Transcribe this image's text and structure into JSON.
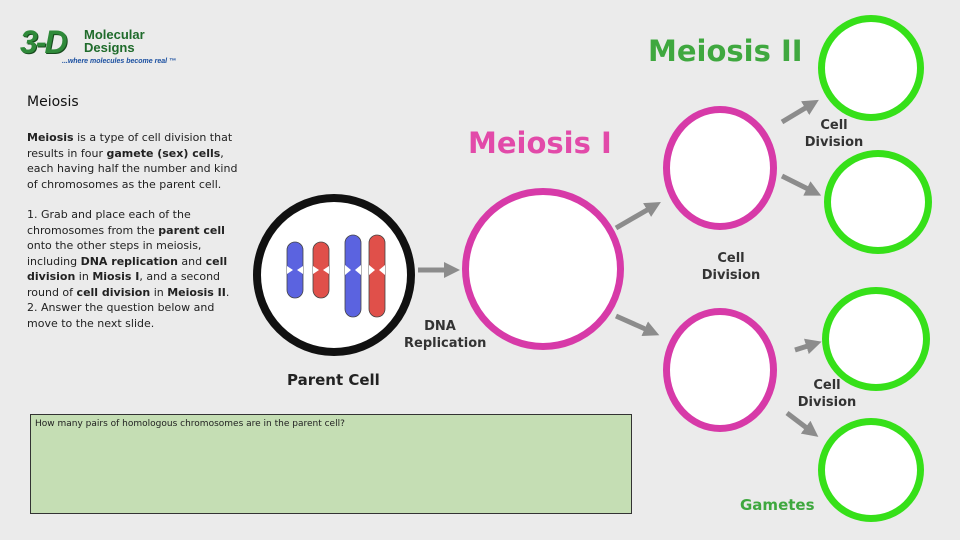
{
  "logo": {
    "mark": "3-D",
    "name_line1": "Molecular",
    "name_line2": "Designs",
    "tagline": "...where molecules become real ™"
  },
  "sidebar": {
    "title": "Meiosis",
    "paragraph1": {
      "p1": "Meiosis",
      "p2": " is a type of cell division that results in four ",
      "p3": "gamete (sex) cells",
      "p4": ", each having half the number and kind of chromosomes as the parent cell."
    },
    "paragraph2": {
      "p1": "1. Grab and place each of the chromosomes from the ",
      "p2": "parent cell",
      "p3": " onto the other steps in meiosis, including ",
      "p4": "DNA replication",
      "p5": " and ",
      "p6": "cell division",
      "p7": " in ",
      "p8": "Miosis I",
      "p9": ", and a second round of ",
      "p10": "cell division",
      "p11": " in ",
      "p12": "Meiosis II",
      "p13": "."
    },
    "paragraph3": "2. Answer the question below and move to the next slide."
  },
  "diagram": {
    "meiosis1_title": "Meiosis I",
    "meiosis2_title": "Meiosis II",
    "parent_cell_label": "Parent Cell",
    "dna_replication_line1": "DNA",
    "dna_replication_line2": "Replication",
    "cell_division_line1": "Cell",
    "cell_division_line2": "Division",
    "gametes_label": "Gametes",
    "chromosome_colors": {
      "blue": "#5b63e0",
      "red": "#e0504a"
    },
    "ring_colors": {
      "parent": "#111111",
      "meiosis1": "#d73aa8",
      "meiosis2": "#36e019"
    },
    "arrow_color": "#8c8c8c"
  },
  "question": {
    "text": "How many pairs of homologous chromosomes are in the parent cell?"
  }
}
